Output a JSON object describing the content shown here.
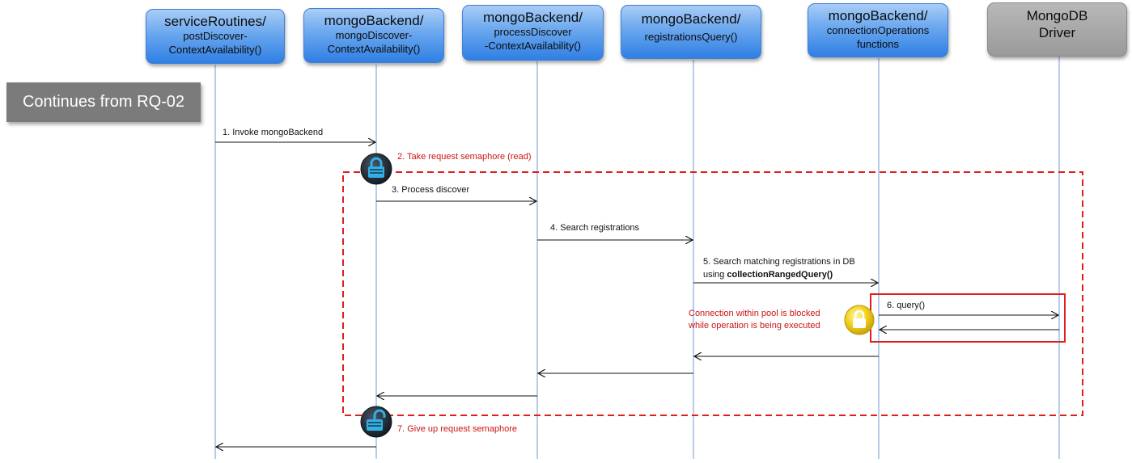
{
  "participants": [
    {
      "line1": "serviceRoutines/",
      "line2": "postDiscover-",
      "line3": "ContextAvailability()"
    },
    {
      "line1": "mongoBackend/",
      "line2": "mongoDiscover-",
      "line3": "ContextAvailability()"
    },
    {
      "line1": "mongoBackend/",
      "line2": "processDiscover",
      "line3": "-ContextAvailability()"
    },
    {
      "line1": "mongoBackend/",
      "line2": "registrationsQuery()",
      "line3": ""
    },
    {
      "line1": "mongoBackend/",
      "line2": "connectionOperations",
      "line3": "functions"
    },
    {
      "line1": "MongoDB",
      "line2": "Driver",
      "line3": ""
    }
  ],
  "continues_label": "Continues from RQ-02",
  "messages": {
    "m1": "1. Invoke mongoBackend",
    "m2": "2. Take request semaphore (read)",
    "m3": "3. Process discover",
    "m4": "4. Search registrations",
    "m5_line1": "5. Search matching registrations in DB",
    "m5_prefix": "using ",
    "m5_bold": "collectionRangedQuery()",
    "m6": "6. query()",
    "m7": "7. Give up request semaphore"
  },
  "pool_note": {
    "line1": "Connection within pool is blocked",
    "line2": "while operation is being executed"
  },
  "colors": {
    "lifeline": "#6f9bd6",
    "arrow": "#111111",
    "red": "#cc1414",
    "box_blue": "#4a90e8",
    "box_gray": "#9a9a9a",
    "lock_dark": "#1f2a36",
    "lock_cyan": "#2fb1e8",
    "lock_yellow": "#f3d21a"
  },
  "icons": [
    "lock-closed-icon",
    "lock-open-icon",
    "lock-yellow-icon"
  ]
}
